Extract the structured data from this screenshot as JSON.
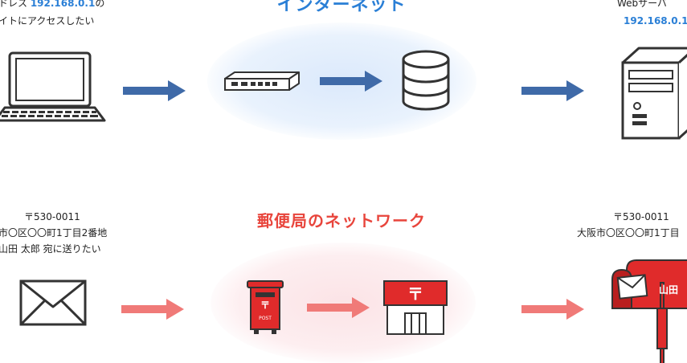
{
  "internet": {
    "title": "インターネット",
    "client": {
      "line1_prefix": "ドレス ",
      "line1_ip": "192.168.0.1",
      "line1_suffix": "の",
      "line2": "イトにアクセスしたい"
    },
    "server": {
      "label": "Webサーバ",
      "ip": "192.168.0.1"
    }
  },
  "postal": {
    "title": "郵便局のネットワーク",
    "sender": {
      "line1": "〒530-0011",
      "line2": "市〇区〇〇町1丁目2番地",
      "line3": "山田 太郎 宛に送りたい"
    },
    "receiver": {
      "line1": "〒530-0011",
      "line2": "大阪市〇区〇〇町1丁目",
      "mailbox_name": "山田"
    },
    "postbox_label": "POST"
  },
  "colors": {
    "blue_accent": "#2a7fd6",
    "blue_arrow": "#3f6aa8",
    "red_accent": "#e8453c",
    "red_arrow": "#f07a78"
  }
}
